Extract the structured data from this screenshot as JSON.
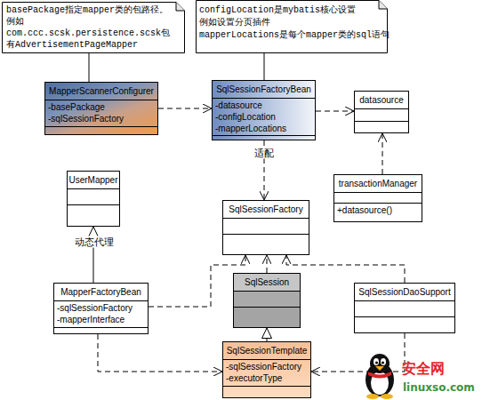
{
  "diagram": {
    "nodes": [
      {
        "text": [
          "basePackage指定mapper类的包路径。 例如 com.ccc.scsk.persistence.scsk包 有AdvertisementPageMapper"
        ]
      },
      {
        "text": [
          "configLocation是mybatis核心设置 例如设置分页插件 mapperLocations是每个mapper类的sql语句"
        ]
      },
      {
        "text": [
          "MapperScannerConfigurer",
          "-basePackage",
          "-sqlSessionFactory"
        ]
      },
      {
        "text": [
          "SqlSessionFactoryBean",
          "-datasource",
          "-configLocation",
          "-mapperLocations"
        ]
      },
      {
        "text": [
          "datasource"
        ]
      },
      {
        "text": [
          "UserMapper"
        ]
      },
      {
        "text": [
          "transactionManager",
          "+datasource()"
        ]
      },
      {
        "text": [
          "SqlSessionFactory"
        ]
      },
      {
        "text": [
          "SqlSession"
        ]
      },
      {
        "text": [
          "MapperFactoryBean",
          "-sqlSessionFactory",
          "-mapperInterface"
        ]
      },
      {
        "text": [
          "SqlSessionDaoSupport"
        ]
      },
      {
        "text": [
          "SqlSessionTemplate",
          "-sqlSessionFactory",
          "-executorType"
        ]
      }
    ],
    "edges": [
      {
        "from": 0,
        "to": 2,
        "arrow": "none"
      },
      {
        "from": 1,
        "to": 3,
        "arrow": "none"
      },
      {
        "from": 2,
        "to": 3,
        "arrow": "to"
      },
      {
        "from": 3,
        "to": 4,
        "arrow": "to"
      },
      {
        "from": 6,
        "to": 4,
        "arrow": "to"
      },
      {
        "from": 3,
        "to": 7,
        "label": "适配",
        "arrow": "to"
      },
      {
        "from": 9,
        "to": 5,
        "label": "动态代理",
        "arrow": "to"
      },
      {
        "from": 9,
        "to": 7,
        "arrow": "to"
      },
      {
        "from": 8,
        "to": 7,
        "arrow": "to"
      },
      {
        "from": 10,
        "to": 7,
        "arrow": "to"
      },
      {
        "from": 11,
        "to": 8,
        "arrow": "to"
      },
      {
        "from": 9,
        "to": 11,
        "arrow": "to"
      },
      {
        "from": 10,
        "to": 11,
        "arrow": "to"
      }
    ],
    "labels": [
      "安全网",
      "linuxso.com"
    ]
  }
}
